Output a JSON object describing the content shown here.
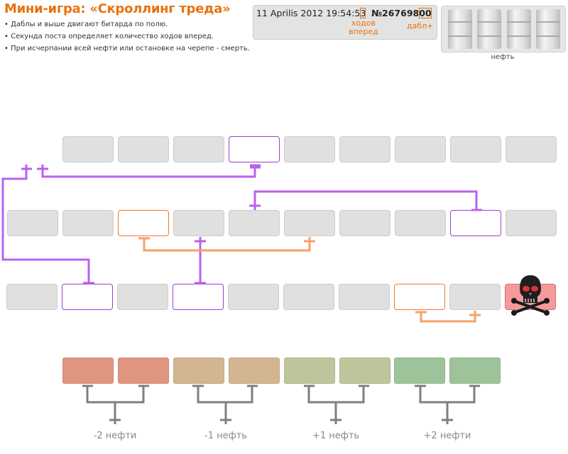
{
  "header": {
    "title": "Мини-игра: «Скроллинг треда»",
    "rules": [
      "• Даблы и выше двигают битарда по полю.",
      "• Секунда поста определяет количество ходов вперед.",
      "• При исчерпании всей нефти или остановке на черепе - смерть."
    ]
  },
  "post": {
    "date_prefix": "11 Aprilis 2012 19:54:5",
    "second_digit": "3",
    "number_prefix": "№267698",
    "double_digits": "00",
    "moves_label": "ходов\nвперед",
    "double_label": "дабл+"
  },
  "oil": {
    "label": "нефть",
    "barrel_count": 4,
    "barrel_text": "нефть"
  },
  "board": {
    "rows": [
      [
        "empty",
        "empty",
        "empty",
        "purple",
        "empty",
        "empty",
        "empty",
        "empty",
        "empty"
      ],
      [
        "empty",
        "empty",
        "orange",
        "empty",
        "empty",
        "empty",
        "empty",
        "empty",
        "purple",
        "empty"
      ],
      [
        "empty",
        "purple",
        "empty",
        "purple",
        "empty",
        "empty",
        "empty",
        "orange",
        "empty",
        "skull"
      ]
    ]
  },
  "oil_changes": [
    {
      "label": "-2 нефти",
      "color": "#e0957f"
    },
    {
      "label": "-1 нефть",
      "color": "#d3b68f"
    },
    {
      "label": "+1 нефть",
      "color": "#bec59c"
    },
    {
      "label": "+2 нефти",
      "color": "#9ec39a"
    }
  ],
  "colors": {
    "accent": "#e8730f",
    "purple_path": "#b861f0",
    "orange_path": "#f5a268",
    "gray_path": "#7f7f7f"
  },
  "icons": {
    "skull": "skull-crossbones-icon",
    "barrel": "oil-barrel-icon"
  }
}
